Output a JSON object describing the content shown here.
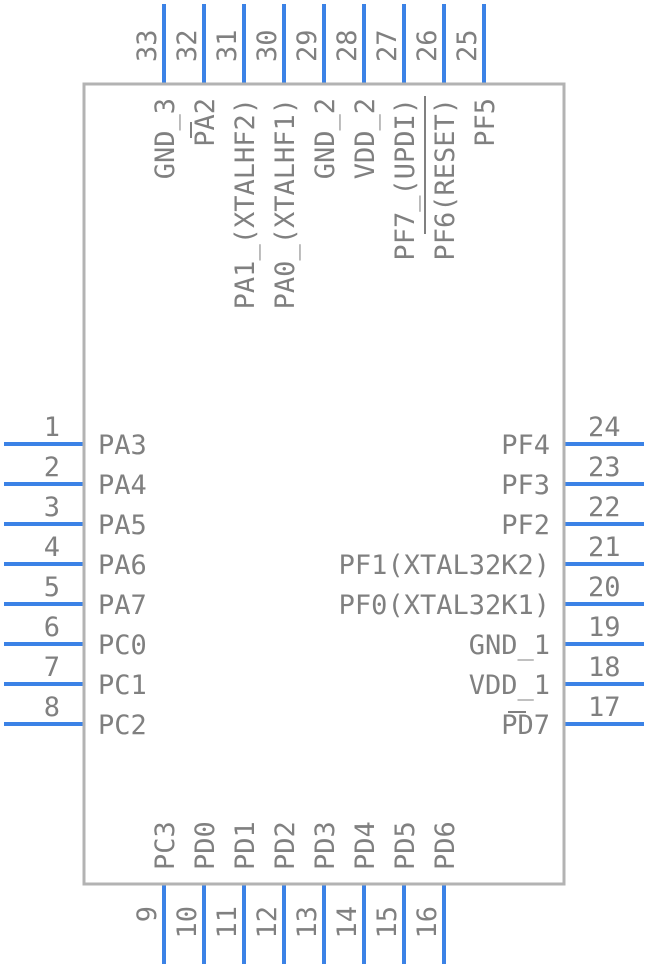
{
  "component": {
    "left_pins": [
      {
        "number": "1",
        "label": "PA3"
      },
      {
        "number": "2",
        "label": "PA4"
      },
      {
        "number": "3",
        "label": "PA5"
      },
      {
        "number": "4",
        "label": "PA6"
      },
      {
        "number": "5",
        "label": "PA7"
      },
      {
        "number": "6",
        "label": "PC0"
      },
      {
        "number": "7",
        "label": "PC1"
      },
      {
        "number": "8",
        "label": "PC2"
      }
    ],
    "bottom_pins": [
      {
        "number": "9",
        "label": "PC3"
      },
      {
        "number": "10",
        "label": "PD0"
      },
      {
        "number": "11",
        "label": "PD1"
      },
      {
        "number": "12",
        "label": "PD2"
      },
      {
        "number": "13",
        "label": "PD3"
      },
      {
        "number": "14",
        "label": "PD4"
      },
      {
        "number": "15",
        "label": "PD5"
      },
      {
        "number": "16",
        "label": "PD6"
      }
    ],
    "right_pins": [
      {
        "number": "17",
        "label": "PD7"
      },
      {
        "number": "18",
        "label": "VDD_1"
      },
      {
        "number": "19",
        "label": "GND_1"
      },
      {
        "number": "20",
        "label": "PF0(XTAL32K1)"
      },
      {
        "number": "21",
        "label": "PF1(XTAL32K2)"
      },
      {
        "number": "22",
        "label": "PF2"
      },
      {
        "number": "23",
        "label": "PF3"
      },
      {
        "number": "24",
        "label": "PF4"
      }
    ],
    "top_pins": [
      {
        "number": "25",
        "label": "PF5"
      },
      {
        "number": "26",
        "label": "PF6(RESET)"
      },
      {
        "number": "27",
        "label": "PF7_(UPDI)"
      },
      {
        "number": "28",
        "label": "VDD_2"
      },
      {
        "number": "29",
        "label": "GND_2"
      },
      {
        "number": "30",
        "label": "PA0_(XTALHF1)"
      },
      {
        "number": "31",
        "label": "PA1_(XTALHF2)"
      },
      {
        "number": "32",
        "label": "PA2"
      },
      {
        "number": "33",
        "label": "GND_3"
      }
    ]
  },
  "colors": {
    "pin_line": "#3b82e6",
    "body_outline": "#b3b3b3",
    "text": "#808080"
  }
}
